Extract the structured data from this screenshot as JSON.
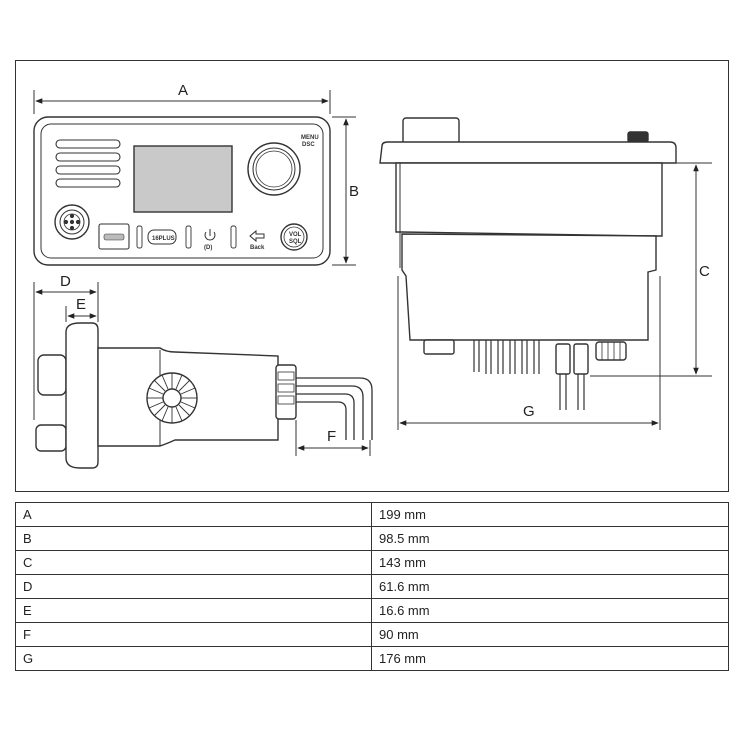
{
  "labels": {
    "A": "A",
    "B": "B",
    "C": "C",
    "D": "D",
    "E": "E",
    "F": "F",
    "G": "G"
  },
  "front_panel": {
    "menu_label": "MENU",
    "dsc_label": "DSC",
    "back_label": "Back",
    "vol_label": "VOL",
    "sql_label": "SQL",
    "plus_label": "16PLUS",
    "dual_label": "(D)"
  },
  "table": {
    "rows": [
      {
        "label": "A",
        "value": "199 mm"
      },
      {
        "label": "B",
        "value": "98.5 mm"
      },
      {
        "label": "C",
        "value": "143 mm"
      },
      {
        "label": "D",
        "value": "61.6 mm"
      },
      {
        "label": "E",
        "value": "16.6 mm"
      },
      {
        "label": "F",
        "value": "90 mm"
      },
      {
        "label": "G",
        "value": "176 mm"
      }
    ]
  }
}
